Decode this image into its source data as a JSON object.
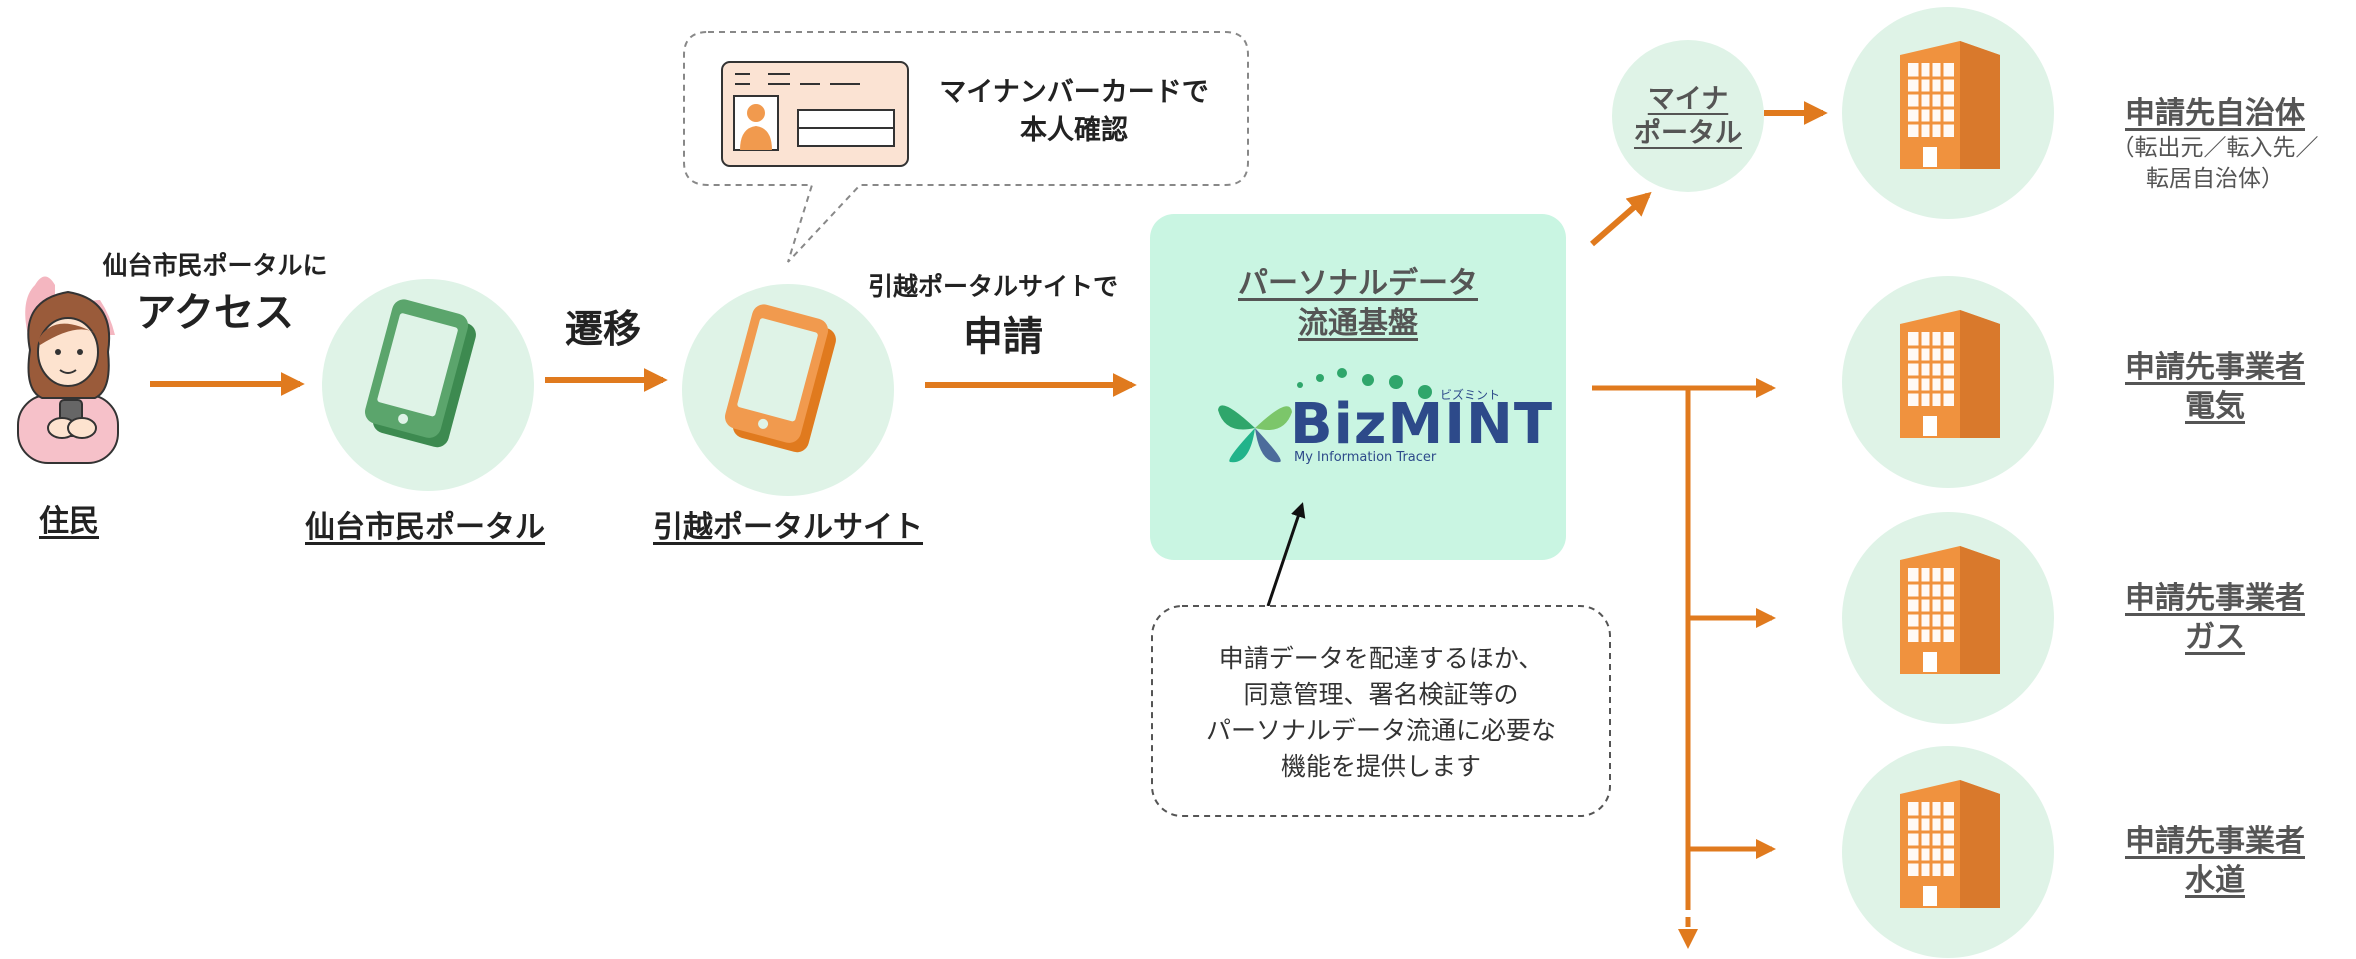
{
  "colors": {
    "accent": "#e07a1e",
    "circle": "#dff3e7",
    "platform": "#c9f5e2",
    "building": "#f0923e",
    "phone_green": "#5ba56c",
    "phone_orange": "#f19a4e",
    "logo_blue": "#2d4a8a",
    "logo_green": "#2fa66b"
  },
  "resident": {
    "label": "住民"
  },
  "access_step": {
    "line1": "仙台市民ポータルに",
    "line2": "アクセス"
  },
  "sendai_portal": {
    "label": "仙台市民ポータル"
  },
  "transition": {
    "label": "遷移"
  },
  "moving_site": {
    "label": "引越ポータルサイト"
  },
  "apply_step": {
    "line1": "引越ポータルサイトで",
    "line2": "申請"
  },
  "mynumber_bubble": {
    "line1": "マイナンバーカードで",
    "line2": "本人確認"
  },
  "platform": {
    "title_line1": "パーソナルデータ",
    "title_line2": "流通基盤",
    "logo_main": "BizMINT",
    "logo_sub": "My Information Tracer",
    "logo_kana": "ビズミント"
  },
  "platform_note": {
    "line1": "申請データを配達するほか、",
    "line2": "同意管理、署名検証等の",
    "line3": "パーソナルデータ流通に必要な",
    "line4": "機能を提供します"
  },
  "myna_portal": {
    "line1": "マイナ",
    "line2": "ポータル"
  },
  "destinations": [
    {
      "line1": "申請先自治体",
      "line2": "（転出元／転入先／",
      "line3": "転居自治体）"
    },
    {
      "line1": "申請先事業者",
      "line2": "電気"
    },
    {
      "line1": "申請先事業者",
      "line2": "ガス"
    },
    {
      "line1": "申請先事業者",
      "line2": "水道"
    }
  ]
}
